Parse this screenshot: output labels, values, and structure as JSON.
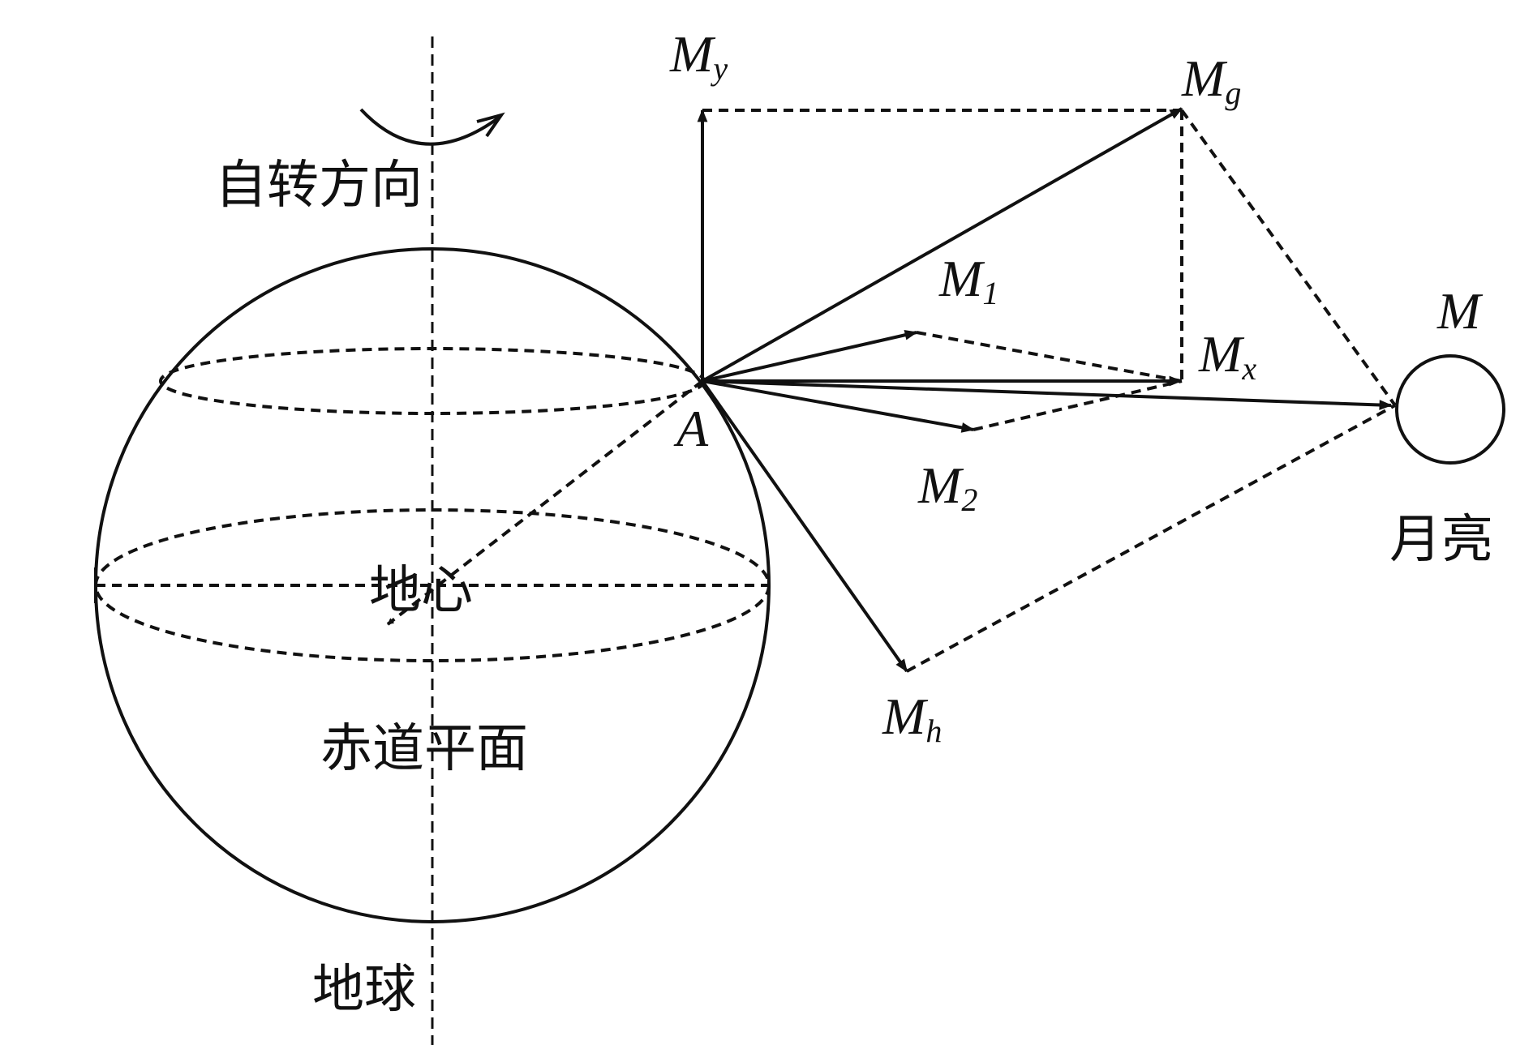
{
  "labels": {
    "rotation_direction": "自转方向",
    "earth_center": "地心",
    "equatorial_plane": "赤道平面",
    "earth": "地球",
    "moon": "月亮",
    "point_a": "A",
    "moon_symbol": "M"
  },
  "vectors": {
    "my": {
      "base": "M",
      "sub": "y"
    },
    "mg": {
      "base": "M",
      "sub": "g"
    },
    "m1": {
      "base": "M",
      "sub": "1"
    },
    "mx": {
      "base": "M",
      "sub": "x"
    },
    "m2": {
      "base": "M",
      "sub": "2"
    },
    "mh": {
      "base": "M",
      "sub": "h"
    }
  }
}
